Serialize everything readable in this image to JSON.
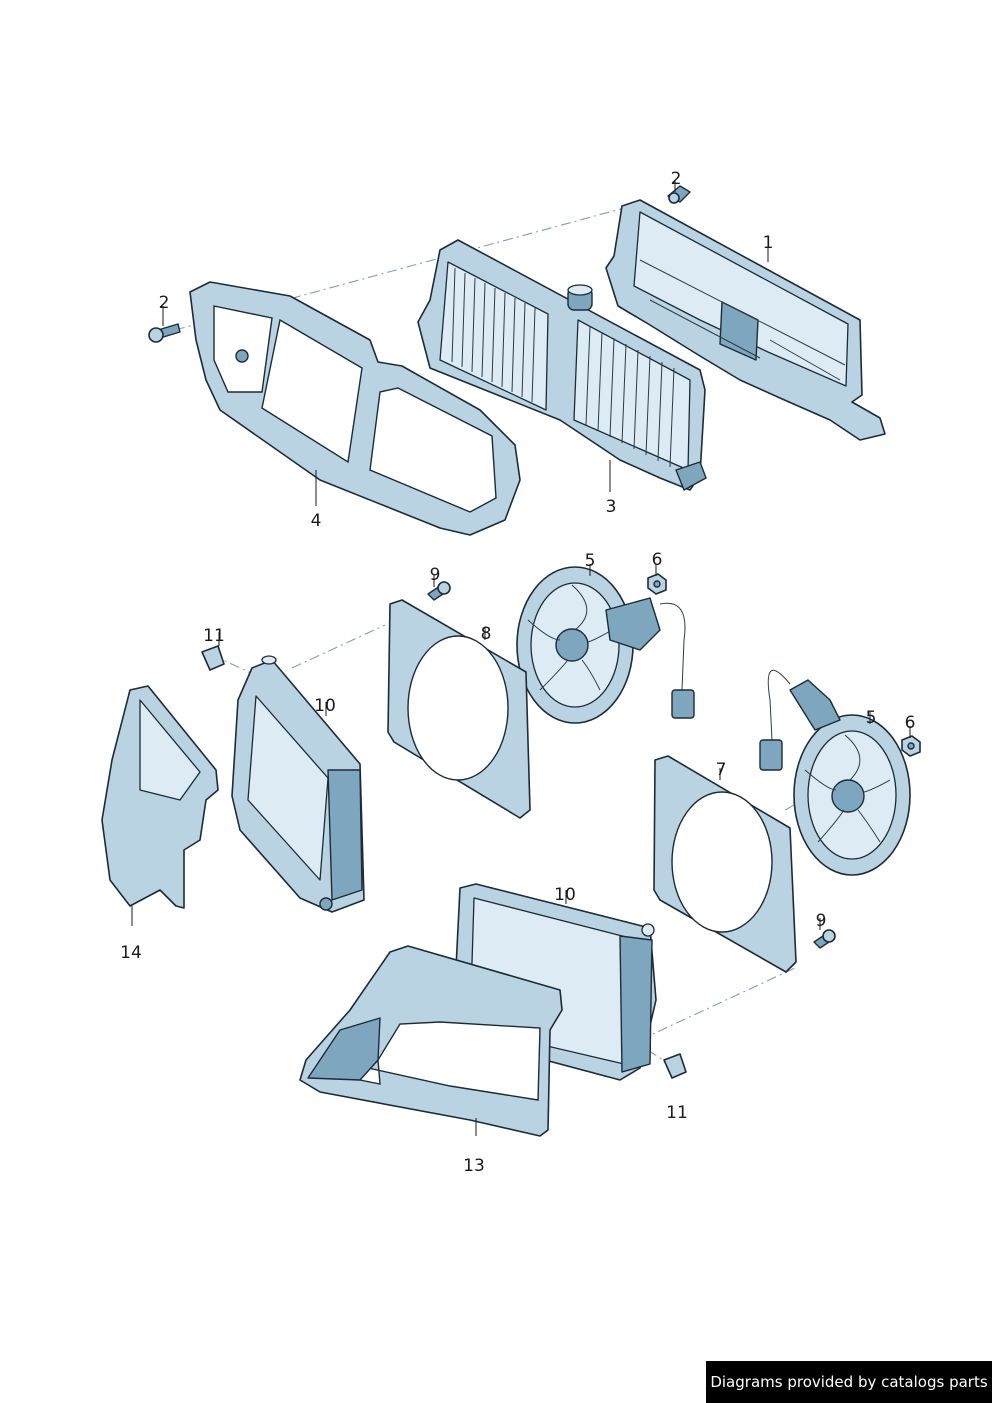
{
  "footer": {
    "text": "Diagrams provided by catalogs parts"
  },
  "callouts": [
    {
      "id": "c1",
      "label": "1"
    },
    {
      "id": "c2a",
      "label": "2"
    },
    {
      "id": "c2b",
      "label": "2"
    },
    {
      "id": "c3",
      "label": "3"
    },
    {
      "id": "c4",
      "label": "4"
    },
    {
      "id": "c5a",
      "label": "5"
    },
    {
      "id": "c5b",
      "label": "5"
    },
    {
      "id": "c6a",
      "label": "6"
    },
    {
      "id": "c6b",
      "label": "6"
    },
    {
      "id": "c7",
      "label": "7"
    },
    {
      "id": "c8",
      "label": "8"
    },
    {
      "id": "c9a",
      "label": "9"
    },
    {
      "id": "c9b",
      "label": "9"
    },
    {
      "id": "c10a",
      "label": "10"
    },
    {
      "id": "c10b",
      "label": "10"
    },
    {
      "id": "c11a",
      "label": "11"
    },
    {
      "id": "c11b",
      "label": "11"
    },
    {
      "id": "c13",
      "label": "13"
    },
    {
      "id": "c14",
      "label": "14"
    }
  ],
  "colors": {
    "part_fill": "#b9d3e3",
    "part_shadow": "#7fa6bf",
    "outline": "#1c2b36",
    "footer_bg": "#000000"
  }
}
